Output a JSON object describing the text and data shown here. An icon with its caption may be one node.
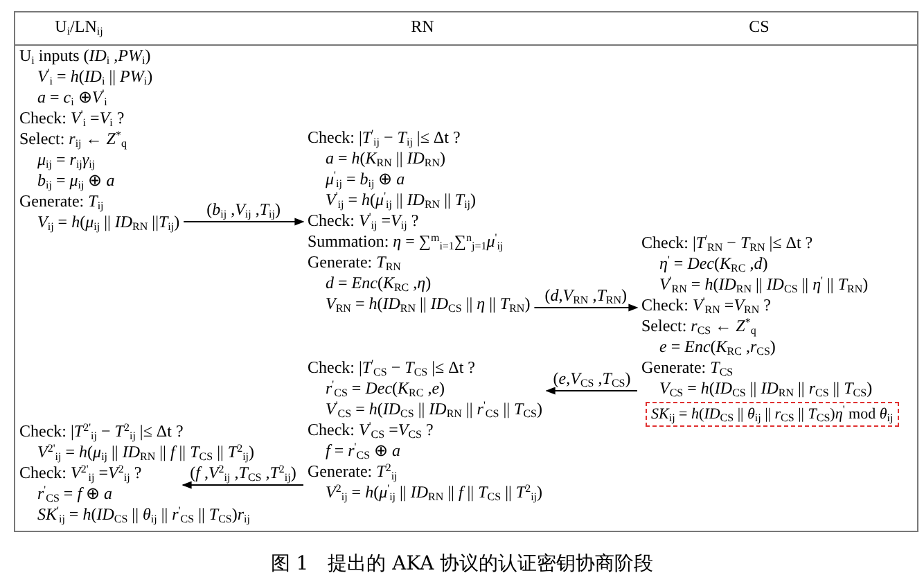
{
  "diagram": {
    "caption": "图 1　提出的 AKA 协议的认证密钥协商阶段",
    "nodes": [
      {
        "text": [
          "U$_{i}$ inputs (*ID*$_{i}$ ,*PW*$_{i}$)",
          "*V*$^{'}$$_{i}$ = *h*(*ID*$_{i}$ || *PW*$_{i}$)",
          "*a* = *c*$_{i}$ ⊕*V*$^{'}$$_{i}$",
          "Check: *V*$^{'}$$_{i}$ =*V*$_{i}$ ?",
          "Select: *r*$_{ij}$ ← *Z*$^{*}$$_{q}$",
          "*μ*$_{ij}$ = *r*$_{ij}$*γ*$_{ij}$",
          "*b*$_{ij}$ = *μ*$_{ij}$ ⊕ *a*",
          "Generate: *T*$_{ij}$",
          "*V*$_{ij}$ = *h*(*μ*$_{ij}$ || *ID*$_{RN}$ ||*T*$_{ij}$)"
        ]
      },
      {
        "text": [
          "Check: |*T*$^{'}$$_{ij}$ − *T*$_{ij}$ |≤ Δt ?",
          "*a* = *h*(*K*$_{RN}$ || *ID*$_{RN}$)",
          "*μ*$^{'}$$_{ij}$ = *b*$_{ij}$ ⊕ *a*",
          "*V*$^{'}$$_{ij}$ = *h*(*μ*$^{'}$$_{ij}$ || *ID*$_{RN}$ || *T*$_{ij}$)",
          "Check: *V*$^{'}$$_{ij}$ =*V*$_{ij}$ ?",
          "Summation: *η* = ∑$^{m}$$_{i=1}$∑$^{n}$$_{j=1}$*μ*$^{'}$$_{ij}$",
          "Generate: *T*$_{RN}$",
          "*d* = *Enc*(*K*$_{RC}$ ,*η*)",
          "*V*$_{RN}$ = *h*(*ID*$_{RN}$ || *ID*$_{CS}$ || *η* || *T*$_{RN}$)"
        ]
      },
      {
        "text": [
          "Check: |*T*$^{'}$$_{RN}$ − *T*$_{RN}$ |≤ Δt ?",
          "*η*$^{'}$ = *Dec*(*K*$_{RC}$ ,*d*)",
          "*V*$^{'}$$_{RN}$ = *h*(*ID*$_{RN}$ || *ID*$_{CS}$ || *η*$^{'}$ || *T*$_{RN}$)",
          "Check: *V*$^{'}$$_{RN}$ =*V*$_{RN}$ ?",
          "Select: *r*$_{CS}$ ← *Z*$^{*}$$_{q}$",
          "*e* = *Enc*(*K*$_{RC}$ ,*r*$_{CS}$)",
          "Generate: *T*$_{CS}$",
          "*V*$_{CS}$ = *h*(*ID*$_{CS}$ || *ID*$_{RN}$ || *r*$_{CS}$ || *T*$_{CS}$)"
        ]
      },
      {
        "text": [
          "*SK*$_{ij}$ = *h*(*ID*$_{CS}$ || *θ*$_{ij}$ || *r*$_{CS}$ || *T*$_{CS}$)*η*$^{'}$ mod *θ*$_{ij}$"
        ]
      },
      {
        "text": [
          "Check: |*T*$^{'}$$_{CS}$ − *T*$_{CS}$ |≤ Δt ?",
          "*r*$^{'}$$_{CS}$ = *Dec*(*K*$_{RC}$ ,*e*)",
          "*V*$^{'}$$_{CS}$ = *h*(*ID*$_{CS}$ || *ID*$_{RN}$ || *r*$^{'}$$_{CS}$ || *T*$_{CS}$)",
          "Check: *V*$^{'}$$_{CS}$ =*V*$_{CS}$ ?",
          "*f* = *r*$^{'}$$_{CS}$ ⊕ *a*",
          "Generate: *T*$^{2}$$_{ij}$",
          "*V*$^{2}$$_{ij}$ = *h*(*μ*$^{'}$$_{ij}$ || *ID*$_{RN}$ || *f* || *T*$_{CS}$ || *T*$^{2}$$_{ij}$)"
        ]
      },
      {
        "text": [
          "Check: |*T*$^{2'}$$_{ij}$ − *T*$^{2}$$_{ij}$ |≤ Δt ?",
          "*V*$^{2'}$$_{ij}$ = *h*(*μ*$_{ij}$ || *ID*$_{RN}$ || *f* || *T*$_{CS}$ || *T*$^{2}$$_{ij}$)",
          "Check: *V*$^{2'}$$_{ij}$ =*V*$^{2}$$_{ij}$ ?",
          "*r*$^{'}$$_{CS}$ = *f* ⊕ *a*",
          "*SK*$^{'}$$_{ij}$ = *h*(*ID*$_{CS}$ || *θ*$_{ij}$ || *r*$^{'}$$_{CS}$ || *T*$_{CS}$)*r*$_{ij}$"
        ]
      }
    ],
    "edges": [
      {
        "from": 0,
        "to": 1,
        "arrow": "to",
        "label": "(*b*$_{ij}$ ,*V*$_{ij}$ ,*T*$_{ij}$)"
      },
      {
        "from": 1,
        "to": 2,
        "arrow": "to",
        "label": "(*d*,*V*$_{RN}$ ,*T*$_{RN}$)"
      },
      {
        "from": 2,
        "to": 4,
        "arrow": "to",
        "label": "(*e*,*V*$_{CS}$ ,*T*$_{CS}$)"
      },
      {
        "from": 4,
        "to": 5,
        "arrow": "to",
        "label": "(*f* ,*V*$^{2}$$_{ij}$ ,*T*$_{CS}$ ,*T*$^{2}$$_{ij}$)"
      }
    ],
    "labels": [
      "U$_{i}$/LN$_{ij}$",
      "RN",
      "CS"
    ]
  }
}
